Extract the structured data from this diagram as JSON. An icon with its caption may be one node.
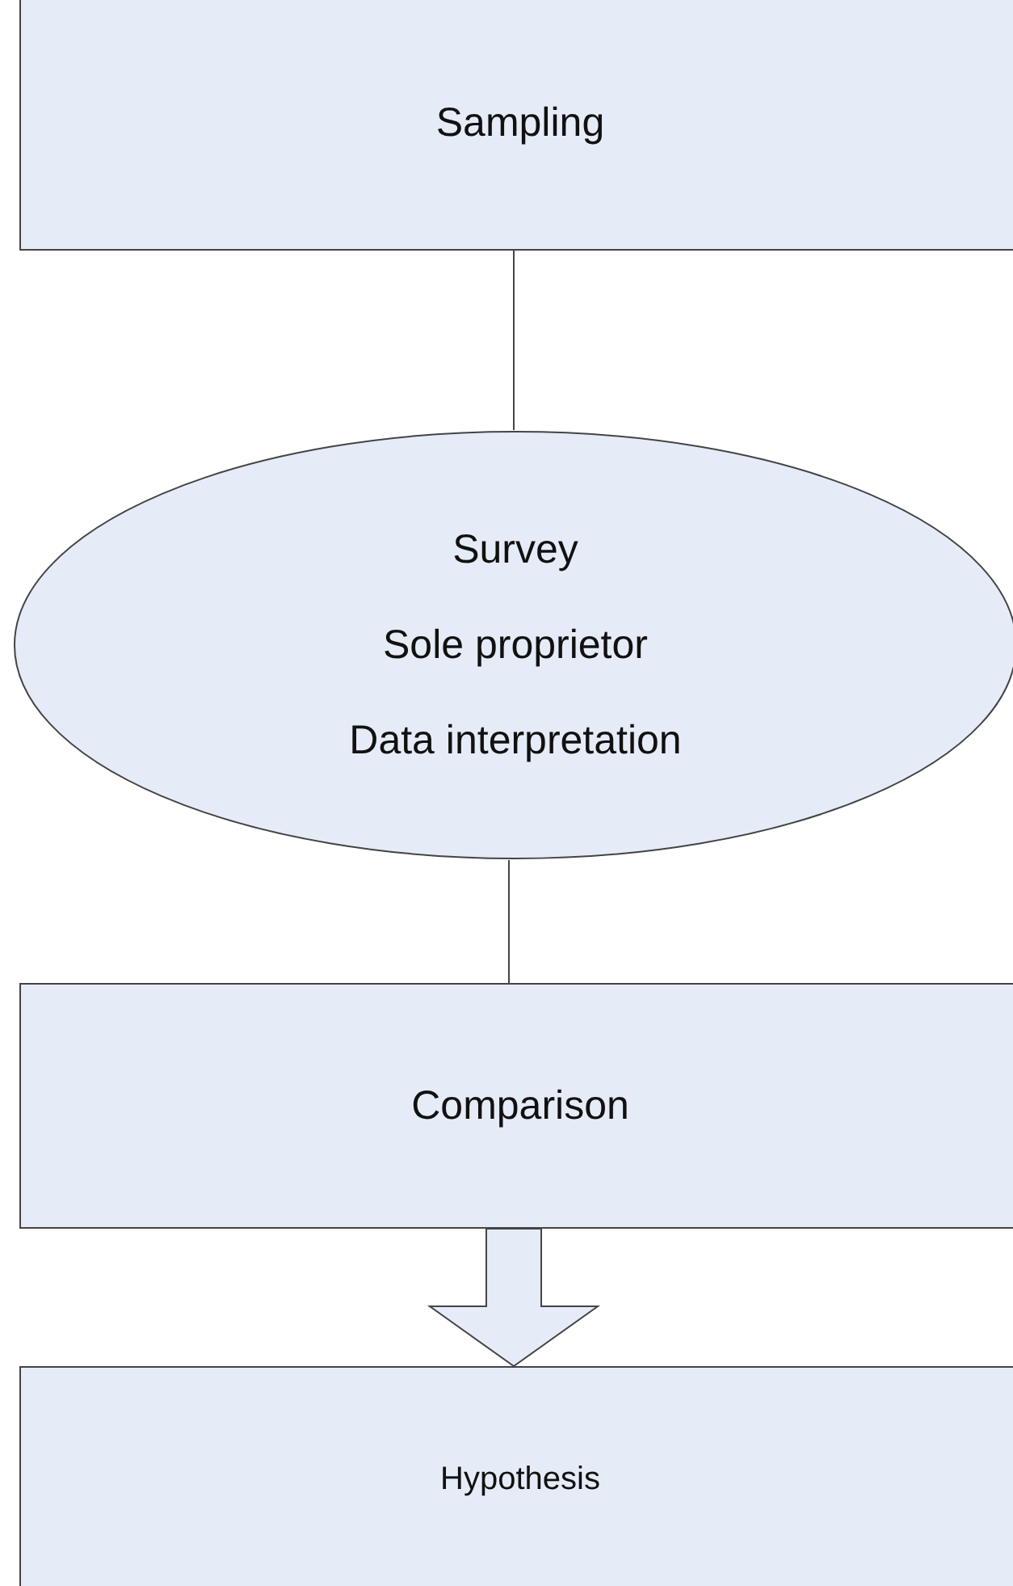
{
  "diagram": {
    "nodes": [
      {
        "text": [
          "Sampling"
        ]
      },
      {
        "text": [
          "Survey",
          "Sole proprietor",
          "Data interpretation"
        ]
      },
      {
        "text": [
          "Comparison"
        ]
      },
      {
        "text": [
          "Hypothesis"
        ]
      }
    ],
    "edges": [
      {
        "from": 0,
        "to": 1,
        "arrow": "none"
      },
      {
        "from": 1,
        "to": 2,
        "arrow": "none"
      },
      {
        "from": 2,
        "to": 3,
        "arrow": "to"
      }
    ]
  }
}
